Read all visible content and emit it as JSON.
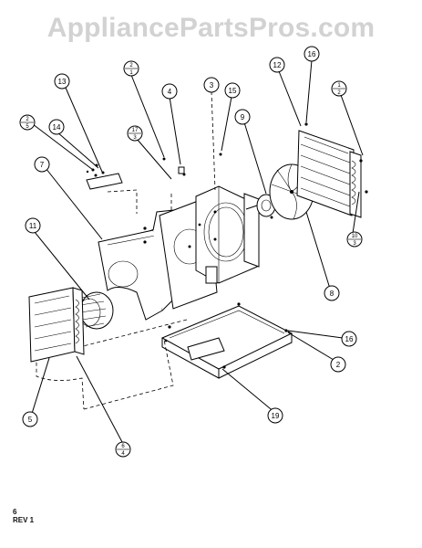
{
  "watermark": "AppliancePartsPros.com",
  "footer": {
    "page": "6",
    "revision": "REV 1"
  },
  "callouts": [
    {
      "id": "13",
      "text": "13"
    },
    {
      "id": "14",
      "text": "14"
    },
    {
      "id": "2-5",
      "num": "2",
      "den": "5"
    },
    {
      "id": "2-1",
      "num": "2",
      "den": "1"
    },
    {
      "id": "4",
      "text": "4"
    },
    {
      "id": "17-3",
      "num": "17",
      "den": "3"
    },
    {
      "id": "3",
      "text": "3"
    },
    {
      "id": "15",
      "text": "15"
    },
    {
      "id": "12",
      "text": "12"
    },
    {
      "id": "16-top",
      "text": "16"
    },
    {
      "id": "1-2",
      "num": "1",
      "den": "2"
    },
    {
      "id": "9",
      "text": "9"
    },
    {
      "id": "7",
      "text": "7"
    },
    {
      "id": "11",
      "text": "11"
    },
    {
      "id": "10-3",
      "num": "10",
      "den": "3"
    },
    {
      "id": "8",
      "text": "8"
    },
    {
      "id": "16-right",
      "text": "16"
    },
    {
      "id": "2",
      "text": "2"
    },
    {
      "id": "19",
      "text": "19"
    },
    {
      "id": "5",
      "text": "5"
    },
    {
      "id": "6-4",
      "num": "6",
      "den": "4"
    }
  ]
}
